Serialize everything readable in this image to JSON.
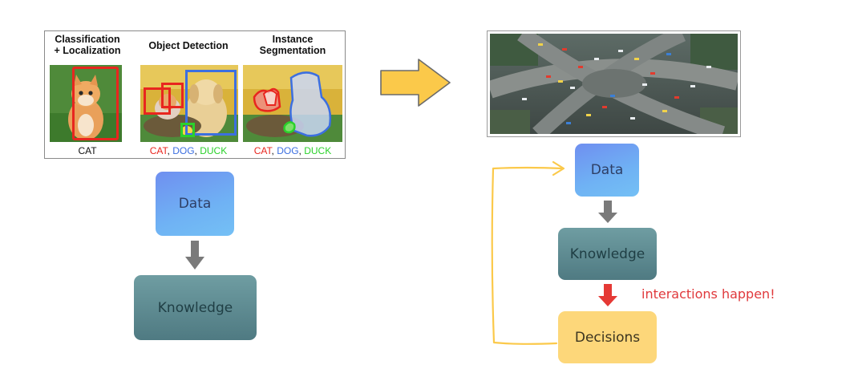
{
  "cv_panel": {
    "columns": [
      {
        "title_line1": "Classification",
        "title_line2": "+ Localization",
        "caption": [
          {
            "text": "CAT",
            "color": "dark"
          }
        ]
      },
      {
        "title_line1": "Object Detection",
        "title_line2": "",
        "caption": [
          {
            "text": "CAT",
            "color": "red"
          },
          {
            "text": ", ",
            "color": "dark"
          },
          {
            "text": "DOG",
            "color": "blue"
          },
          {
            "text": ", ",
            "color": "dark"
          },
          {
            "text": "DUCK",
            "color": "green"
          }
        ]
      },
      {
        "title_line1": "Instance",
        "title_line2": "Segmentation",
        "caption": [
          {
            "text": "CAT",
            "color": "red"
          },
          {
            "text": ", ",
            "color": "dark"
          },
          {
            "text": "DOG",
            "color": "blue"
          },
          {
            "text": ", ",
            "color": "dark"
          },
          {
            "text": "DUCK",
            "color": "green"
          }
        ]
      }
    ]
  },
  "left_flow": {
    "data_label": "Data",
    "knowledge_label": "Knowledge"
  },
  "right_flow": {
    "data_label": "Data",
    "knowledge_label": "Knowledge",
    "decisions_label": "Decisions",
    "annotation": "interactions happen!"
  },
  "colors": {
    "data_box": "#74a8f3",
    "knowledge_box": "#5c8a90",
    "decisions_box": "#fdd77a",
    "down_arrow_gray": "#7a7a7a",
    "down_arrow_red": "#e53935",
    "big_arrow_fill": "#fbc94a",
    "loop_arrow": "#fbc94a",
    "annotation": "#e0393c"
  },
  "icons": {
    "big_arrow": "right-arrow-icon",
    "gray_arrow": "down-arrow-icon",
    "red_arrow": "down-arrow-icon",
    "loop": "feedback-loop-arrow"
  }
}
